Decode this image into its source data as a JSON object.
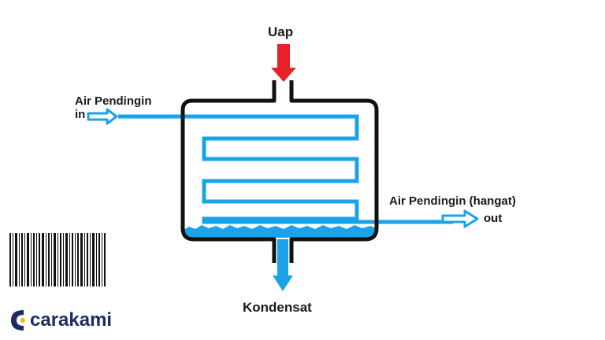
{
  "labels": {
    "steam": "Uap",
    "coolant_in": "Air Pendingin",
    "coolant_in_sub": "in",
    "coolant_out": "Air Pendingin (hangat)",
    "coolant_out_sub": "out",
    "condensate": "Kondensat"
  },
  "logo": {
    "text": "carakami"
  },
  "colors": {
    "water": "#1aa3e8",
    "steam_arrow": "#e8202a",
    "vessel": "#111111",
    "brand": "#1e2b63",
    "brand_accent": "#f2b705"
  }
}
